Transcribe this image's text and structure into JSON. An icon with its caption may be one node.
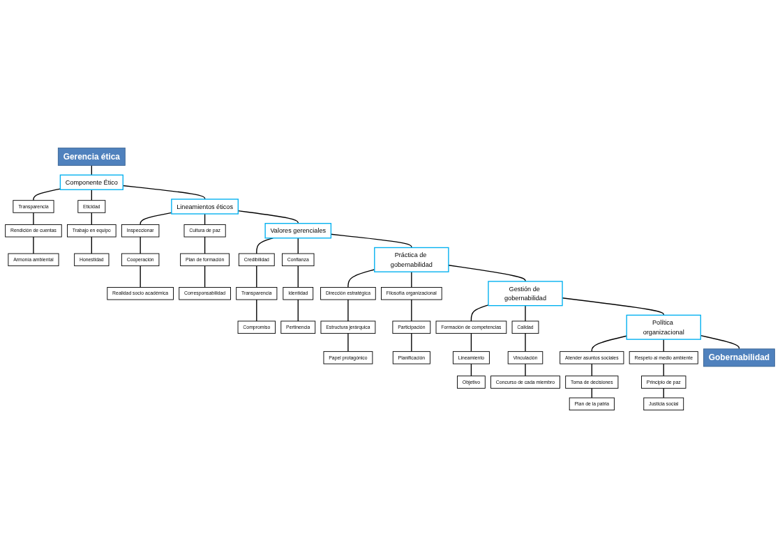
{
  "diagram": {
    "nodes": [
      {
        "text": [
          "Gerencia ética"
        ]
      },
      {
        "text": [
          "Armonía ambiental"
        ]
      },
      {
        "text": [
          "Rendición de cuentas"
        ]
      },
      {
        "text": [
          "Transparencia"
        ]
      },
      {
        "text": [
          "Componente Ético"
        ]
      },
      {
        "text": [
          "Eticidad"
        ]
      },
      {
        "text": [
          "Trabajo en equipo"
        ]
      },
      {
        "text": [
          "Honestidad"
        ]
      },
      {
        "text": [
          "Realidad socio académica"
        ]
      },
      {
        "text": [
          "Cooperación"
        ]
      },
      {
        "text": [
          "Inspeccionar"
        ]
      },
      {
        "text": [
          "Lineamientos éticos"
        ]
      },
      {
        "text": [
          "Cultura de paz"
        ]
      },
      {
        "text": [
          "Plan de formación"
        ]
      },
      {
        "text": [
          "Corresponsabilidad"
        ]
      },
      {
        "text": [
          "Compromiso"
        ]
      },
      {
        "text": [
          "Transparencia"
        ]
      },
      {
        "text": [
          "Credibilidad"
        ]
      },
      {
        "text": [
          "Valores gerenciales"
        ]
      },
      {
        "text": [
          "Confianza"
        ]
      },
      {
        "text": [
          "Identidad"
        ]
      },
      {
        "text": [
          "Pertinencia"
        ]
      },
      {
        "text": [
          "Papel protagónico"
        ]
      },
      {
        "text": [
          "Estructura jerárquica"
        ]
      },
      {
        "text": [
          "Dirección estratégica"
        ]
      },
      {
        "text": [
          "Práctica de gobernabilidad"
        ]
      },
      {
        "text": [
          "Filosofía organizacional"
        ]
      },
      {
        "text": [
          "Participación"
        ]
      },
      {
        "text": [
          "Planificación"
        ]
      },
      {
        "text": [
          "Objetivo"
        ]
      },
      {
        "text": [
          "Lineamiento"
        ]
      },
      {
        "text": [
          "Formación de competencias"
        ]
      },
      {
        "text": [
          "Gestión de gobernabilidad"
        ]
      },
      {
        "text": [
          "Calidad"
        ]
      },
      {
        "text": [
          "Vinculación"
        ]
      },
      {
        "text": [
          "Concurso de cada miembro"
        ]
      },
      {
        "text": [
          "Plan de la patria"
        ]
      },
      {
        "text": [
          "Toma de decisiones"
        ]
      },
      {
        "text": [
          "Atender asuntos sociales"
        ]
      },
      {
        "text": [
          "Política organizacional"
        ]
      },
      {
        "text": [
          "Respeto al medio ambiente"
        ]
      },
      {
        "text": [
          "Principio de paz"
        ]
      },
      {
        "text": [
          "Justicia social"
        ]
      },
      {
        "text": [
          "Gobernabilidad"
        ]
      }
    ],
    "edges": [
      {
        "from": 0,
        "to": 4,
        "arrow": "none"
      },
      {
        "from": 4,
        "to": 3,
        "arrow": "none"
      },
      {
        "from": 3,
        "to": 2,
        "arrow": "none"
      },
      {
        "from": 2,
        "to": 1,
        "arrow": "none"
      },
      {
        "from": 4,
        "to": 5,
        "arrow": "none"
      },
      {
        "from": 5,
        "to": 6,
        "arrow": "none"
      },
      {
        "from": 6,
        "to": 7,
        "arrow": "none"
      },
      {
        "from": 4,
        "to": 11,
        "arrow": "none"
      },
      {
        "from": 11,
        "to": 10,
        "arrow": "none"
      },
      {
        "from": 10,
        "to": 9,
        "arrow": "none"
      },
      {
        "from": 9,
        "to": 8,
        "arrow": "none"
      },
      {
        "from": 11,
        "to": 12,
        "arrow": "none"
      },
      {
        "from": 12,
        "to": 13,
        "arrow": "none"
      },
      {
        "from": 13,
        "to": 14,
        "arrow": "none"
      },
      {
        "from": 11,
        "to": 18,
        "arrow": "none"
      },
      {
        "from": 18,
        "to": 17,
        "arrow": "none"
      },
      {
        "from": 17,
        "to": 16,
        "arrow": "none"
      },
      {
        "from": 16,
        "to": 15,
        "arrow": "none"
      },
      {
        "from": 18,
        "to": 19,
        "arrow": "none"
      },
      {
        "from": 19,
        "to": 20,
        "arrow": "none"
      },
      {
        "from": 20,
        "to": 21,
        "arrow": "none"
      },
      {
        "from": 18,
        "to": 25,
        "arrow": "none"
      },
      {
        "from": 25,
        "to": 24,
        "arrow": "none"
      },
      {
        "from": 24,
        "to": 23,
        "arrow": "none"
      },
      {
        "from": 23,
        "to": 22,
        "arrow": "none"
      },
      {
        "from": 25,
        "to": 26,
        "arrow": "none"
      },
      {
        "from": 26,
        "to": 27,
        "arrow": "none"
      },
      {
        "from": 27,
        "to": 28,
        "arrow": "none"
      },
      {
        "from": 25,
        "to": 32,
        "arrow": "none"
      },
      {
        "from": 32,
        "to": 31,
        "arrow": "none"
      },
      {
        "from": 31,
        "to": 30,
        "arrow": "none"
      },
      {
        "from": 30,
        "to": 29,
        "arrow": "none"
      },
      {
        "from": 32,
        "to": 33,
        "arrow": "none"
      },
      {
        "from": 33,
        "to": 34,
        "arrow": "none"
      },
      {
        "from": 34,
        "to": 35,
        "arrow": "none"
      },
      {
        "from": 32,
        "to": 39,
        "arrow": "none"
      },
      {
        "from": 39,
        "to": 38,
        "arrow": "none"
      },
      {
        "from": 38,
        "to": 37,
        "arrow": "none"
      },
      {
        "from": 37,
        "to": 36,
        "arrow": "none"
      },
      {
        "from": 39,
        "to": 40,
        "arrow": "none"
      },
      {
        "from": 40,
        "to": 41,
        "arrow": "none"
      },
      {
        "from": 41,
        "to": 42,
        "arrow": "none"
      },
      {
        "from": 39,
        "to": 43,
        "arrow": "none"
      }
    ]
  }
}
